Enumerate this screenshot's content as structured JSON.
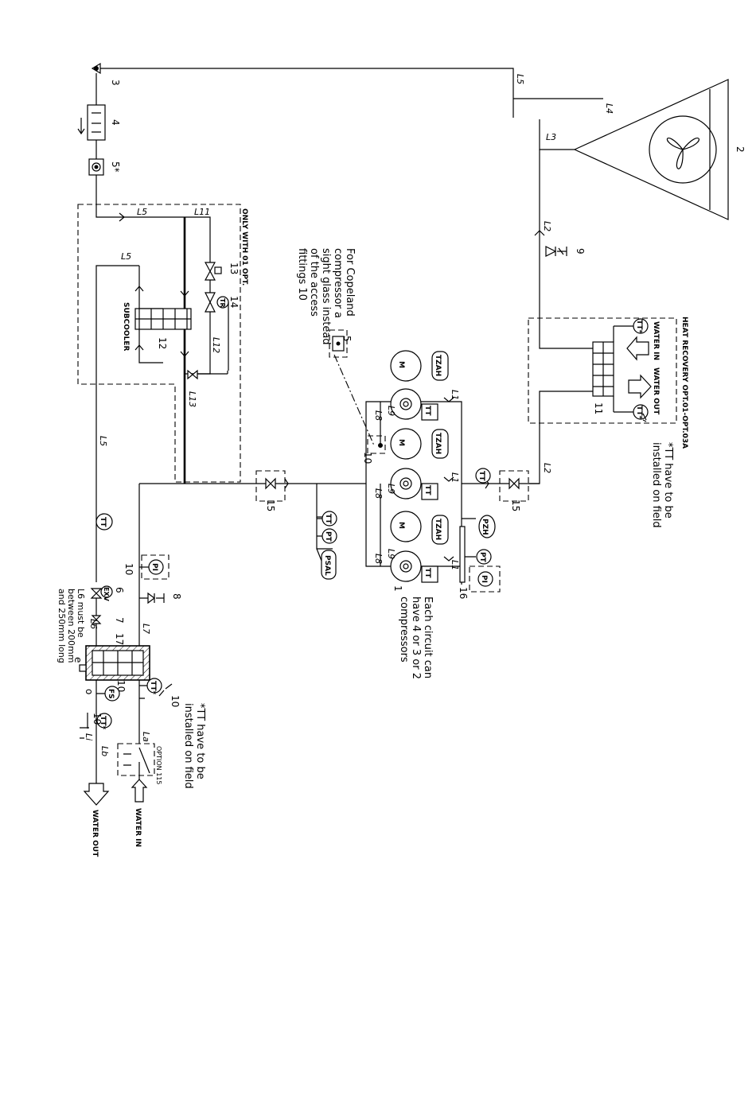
{
  "line_labels": {
    "L1": "L1",
    "L2": "L2",
    "L3": "L3",
    "L4": "L4",
    "L5": "L5",
    "L6": "L6",
    "L7": "L7",
    "L8": "L8",
    "L9": "L9",
    "L11": "L11",
    "L12": "L12",
    "L13": "L13",
    "La": "La",
    "Lb": "Lb",
    "Li": "Li"
  },
  "component_numbers": {
    "n1": "1",
    "n2": "2",
    "n3": "3",
    "n4": "4",
    "n5": "5*",
    "n5b": "5",
    "n6": "6",
    "n7": "7",
    "n8": "8",
    "n9": "9",
    "n10": "10",
    "n11": "11",
    "n12": "12",
    "n13": "13",
    "n14": "14",
    "n15": "15",
    "n16": "16",
    "n17": "17",
    "e": "e",
    "o": "o"
  },
  "instrument_tags": {
    "tt": "TT",
    "tt_star": "TT*",
    "pt": "PT",
    "pi": "PI",
    "pzh": "PZH",
    "psal": "PSAL",
    "tzah": "TZAH",
    "fs": "FS",
    "exv": "EXV",
    "m": "M",
    "tr": "TR"
  },
  "texts": {
    "subcooler_label": "SUBCOOLER",
    "only_with_01": "ONLY WITH 01 OPT.",
    "copeland_note": [
      "For Copeland",
      "compressor a",
      "sight glass instead",
      "of the access",
      "fittings 10"
    ],
    "heat_recovery": "HEAT RECOVERY OPT.01-OPT.03A",
    "hr_water_in": "WATER IN",
    "hr_water_out": "WATER OUT",
    "tt_field_note_top": [
      "*TT have to be",
      "installed on field"
    ],
    "tt_field_note_bottom": [
      "*TT have to be",
      "installed on field"
    ],
    "circuit_note": [
      "Each circuit can",
      "have 4 or 3 or 2",
      "compressors"
    ],
    "l6_note": [
      "L6 must be",
      "between 200mm",
      "and 250mm long"
    ],
    "option_label": "OPTION 115",
    "water_in": "WATER IN",
    "water_out": "WATER OUT"
  }
}
